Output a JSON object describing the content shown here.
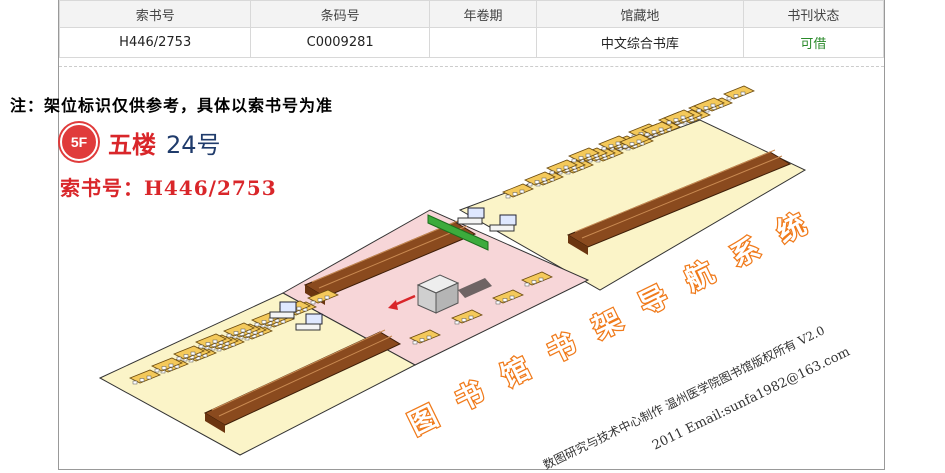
{
  "holdings_table": {
    "headers": [
      "索书号",
      "条码号",
      "年卷期",
      "馆藏地",
      "书刊状态"
    ],
    "rows": [
      {
        "call_no": "H446/2753",
        "barcode": "C0009281",
        "volume": "",
        "location": "中文综合书库",
        "status": "可借"
      }
    ]
  },
  "note": "注：架位标识仅供参考，具体以索书号为准",
  "floor": {
    "badge": "5F",
    "name": "五楼",
    "shelf": "24号"
  },
  "call_number_label": "索书号：H446/2753",
  "map_title": [
    "图",
    "书",
    "馆",
    "书",
    "架",
    "导",
    "航",
    "系",
    "统"
  ],
  "credit": {
    "line1": "数图研究与技术中心制作 温州医学院图书馆版权所有 V2.0",
    "line2": "2011 Email:sunfa1982@163.com"
  },
  "colors": {
    "floor_badge": "#e03b3b",
    "accent_red": "#d9262a",
    "available_green": "#2a8a2a",
    "map_floor": "#fbf4c8",
    "map_center": "#f7d6d8",
    "shelf_brown": "#8a4a1e"
  }
}
